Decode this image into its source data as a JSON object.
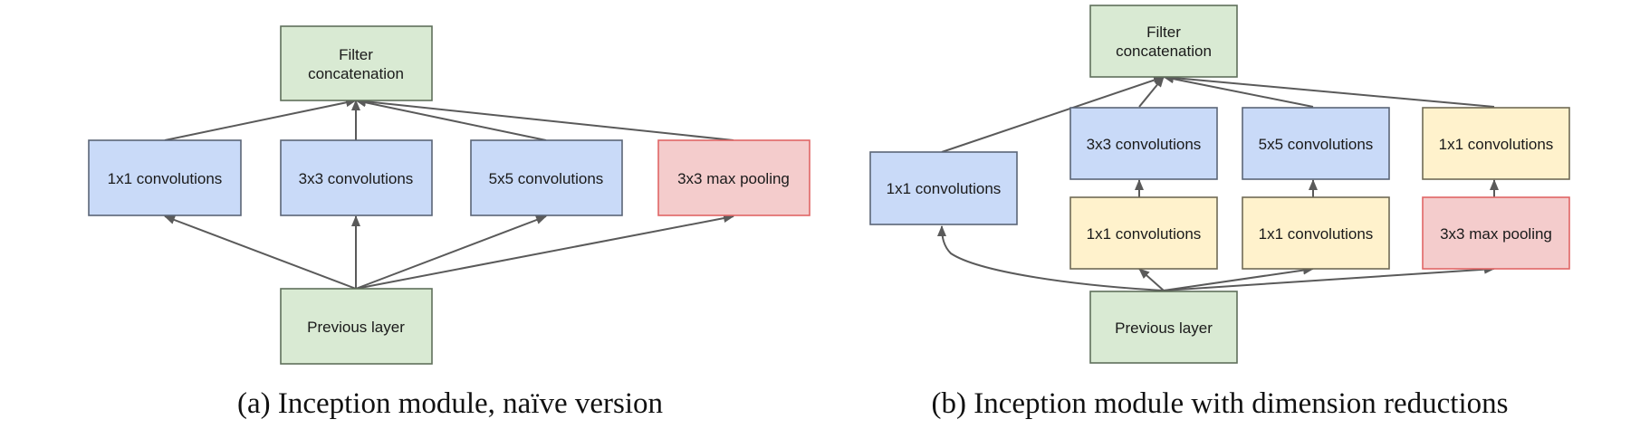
{
  "colors": {
    "green_fill": "#d9ead3",
    "green_stroke": "#5f6f5b",
    "blue_fill": "#c9daf8",
    "blue_stroke": "#5b6577",
    "yellow_fill": "#fff2cc",
    "yellow_stroke": "#6f6a55",
    "red_fill": "#f4cccc",
    "red_stroke": "#e06666",
    "arrow": "#5a5a5a"
  },
  "panel_a": {
    "caption": "(a)  Inception module, naïve version",
    "filter_concat": [
      "Filter",
      "concatenation"
    ],
    "conv1x1": "1x1 convolutions",
    "conv3x3": "3x3 convolutions",
    "conv5x5": "5x5 convolutions",
    "maxpool": "3x3 max pooling",
    "previous": "Previous layer"
  },
  "panel_b": {
    "caption": "(b)  Inception module with dimension reductions",
    "filter_concat": [
      "Filter",
      "concatenation"
    ],
    "conv1x1": "1x1 convolutions",
    "conv3x3": "3x3 convolutions",
    "conv5x5": "5x5 convolutions",
    "conv1x1_after_pool": "1x1 convolutions",
    "reduce_3x3": "1x1 convolutions",
    "reduce_5x5": "1x1 convolutions",
    "maxpool": "3x3 max pooling",
    "previous": "Previous layer"
  }
}
